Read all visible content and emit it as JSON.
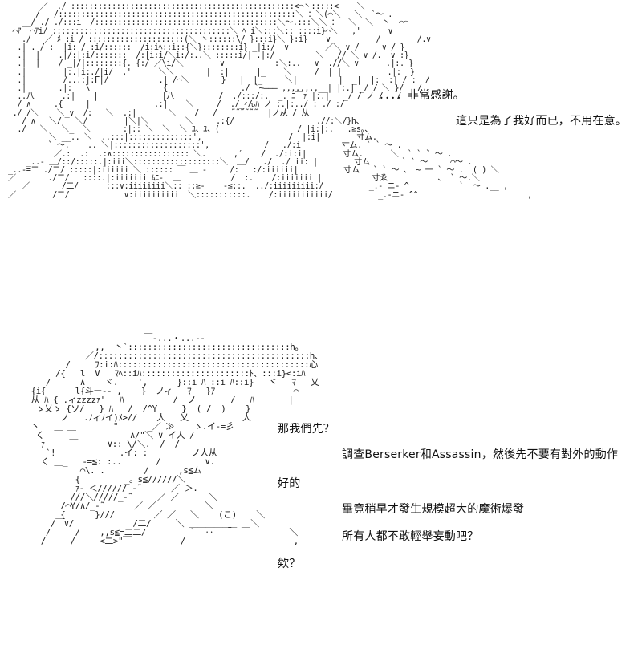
{
  "top_panel": {
    "dialogue": [
      "．．．．非常感謝。",
      "這只是為了我好而已，不用在意。"
    ]
  },
  "bottom_panel": {
    "dialogue": [
      "那我們先？",
      "調查Berserker和Assassin，然後先不要有對外的動作",
      "好的",
      "畢竟稍早才發生規模超大的魔術爆發",
      "所有人都不敢輕舉妄動吧？",
      "欸？"
    ]
  }
}
